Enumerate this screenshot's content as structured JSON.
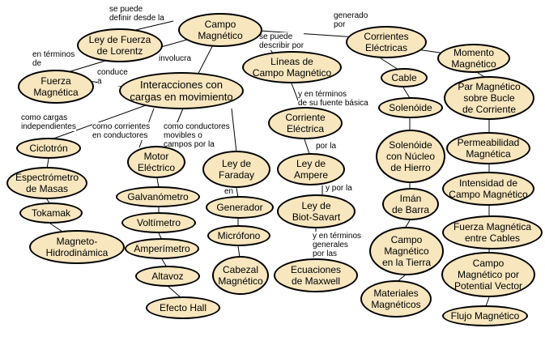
{
  "colors": {
    "node_fill": "#f7e6be",
    "node_border": "#000000",
    "edge": "#000000",
    "background": "#ffffff"
  },
  "nodes": {
    "campo_magnetico": "Campo\nMagnético",
    "lorentz": "Ley de Fuerza\nde Lorentz",
    "fuerza_magnetica": "Fuerza\nMagnética",
    "interacciones": "Interacciones con\ncargas en movimiento",
    "lineas_campo": "Líneas de\nCampo Magnético",
    "corriente_electrica": "Corriente\nEléctrica",
    "ley_ampere": "Ley de\nAmpere",
    "biot_savart": "Ley de\nBiot-Savart",
    "maxwell": "Ecuaciones\nde Maxwell",
    "corrientes_electricas": "Corrientes\nEléctricas",
    "momento_magnetico": "Momento\nMagnético",
    "cable": "Cable",
    "solenoide": "Solenóide",
    "solenoide_hierro": "Solenóide\ncon Núcleo\nde Hierro",
    "iman_barra": "Imán\nde Barra",
    "campo_tierra": "Campo\nMagnético\nen la Tierra",
    "materiales": "Materiales\nMagnéticos",
    "par_magnetico": "Par Magnético\nsobre Bucle\nde Corriente",
    "permeabilidad": "Permeabilidad\nMagnética",
    "intensidad": "Intensidad de\nCampo Magnético",
    "fuerza_cables": "Fuerza Magnética\nentre Cables",
    "potencial_vector": "Campo\nMagnético por\nPotential Vector",
    "flujo": "Flujo Magnético",
    "ciclotron": "Ciclotrón",
    "espectrometro": "Espectrómetro\nde Masas",
    "tokamak": "Tokamak",
    "mhd": "Magneto-\nHidrodinámica",
    "motor": "Motor\nEléctrico",
    "galvanometro": "Galvanómetro",
    "voltimetro": "Voltímetro",
    "amperimetro": "Amperímetro",
    "altavoz": "Altavoz",
    "efecto_hall": "Efecto Hall",
    "faraday": "Ley de\nFaraday",
    "generador": "Generador",
    "microfono": "Micrófono",
    "cabezal": "Cabezal\nMagnético"
  },
  "labels": {
    "definir_desde": "se puede\ndefinir desde la",
    "generado_por": "generado\npor",
    "en_terminos_de": "en términos\nde",
    "involucra": "involucra",
    "describir_por": "se puede\ndescribir por",
    "conduce_a": "conduce\na",
    "fuente_basica": "y en términos\nde su fuente básica",
    "cargas_independientes": "como cargas\nindependientes",
    "corrientes_conductores": "como corrientes\nen conductores",
    "conductores_movibles": "como conductores\nmovibles o\ncampos por la",
    "por_la": "por la",
    "en": "en",
    "y_por_la": "y por la",
    "terminos_generales": "y en términos\ngenerales\npor las"
  }
}
